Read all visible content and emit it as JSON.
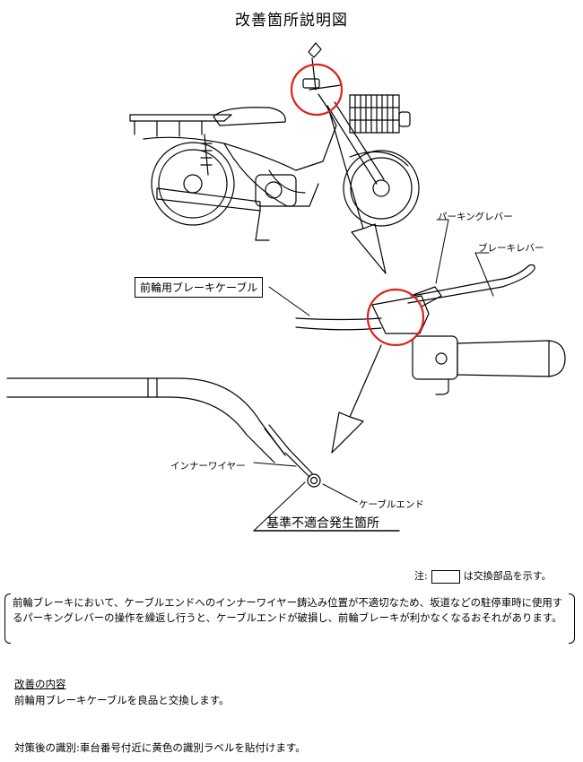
{
  "title": "改善箇所説明図",
  "labels": {
    "parking_lever": "パーキングレバー",
    "brake_lever": "ブレーキレバー",
    "front_brake_cable": "前輪用ブレーキケーブル",
    "inner_wire": "インナーワイヤー",
    "cable_end": "ケーブルエンド",
    "defect_location": "基準不適合発生箇所"
  },
  "note": {
    "prefix": "注:",
    "suffix": "は交換部品を示す。"
  },
  "description": "前輪ブレーキにおいて、ケーブルエンドへのインナーワイヤー鋳込み位置が不適切なため、坂道などの駐停車時に使用するパーキングレバーの操作を繰返し行うと、ケーブルエンドが破損し、前輪ブレーキが利かなくなるおそれがあります。",
  "improvement": {
    "heading": "改善の内容",
    "text": "前輪用ブレーキケーブルを良品と交換します。"
  },
  "identification": "対策後の識別:車台番号付近に黄色の識別ラベルを貼付けます。",
  "colors": {
    "highlight_circle": "#e0201c",
    "line": "#000000"
  }
}
